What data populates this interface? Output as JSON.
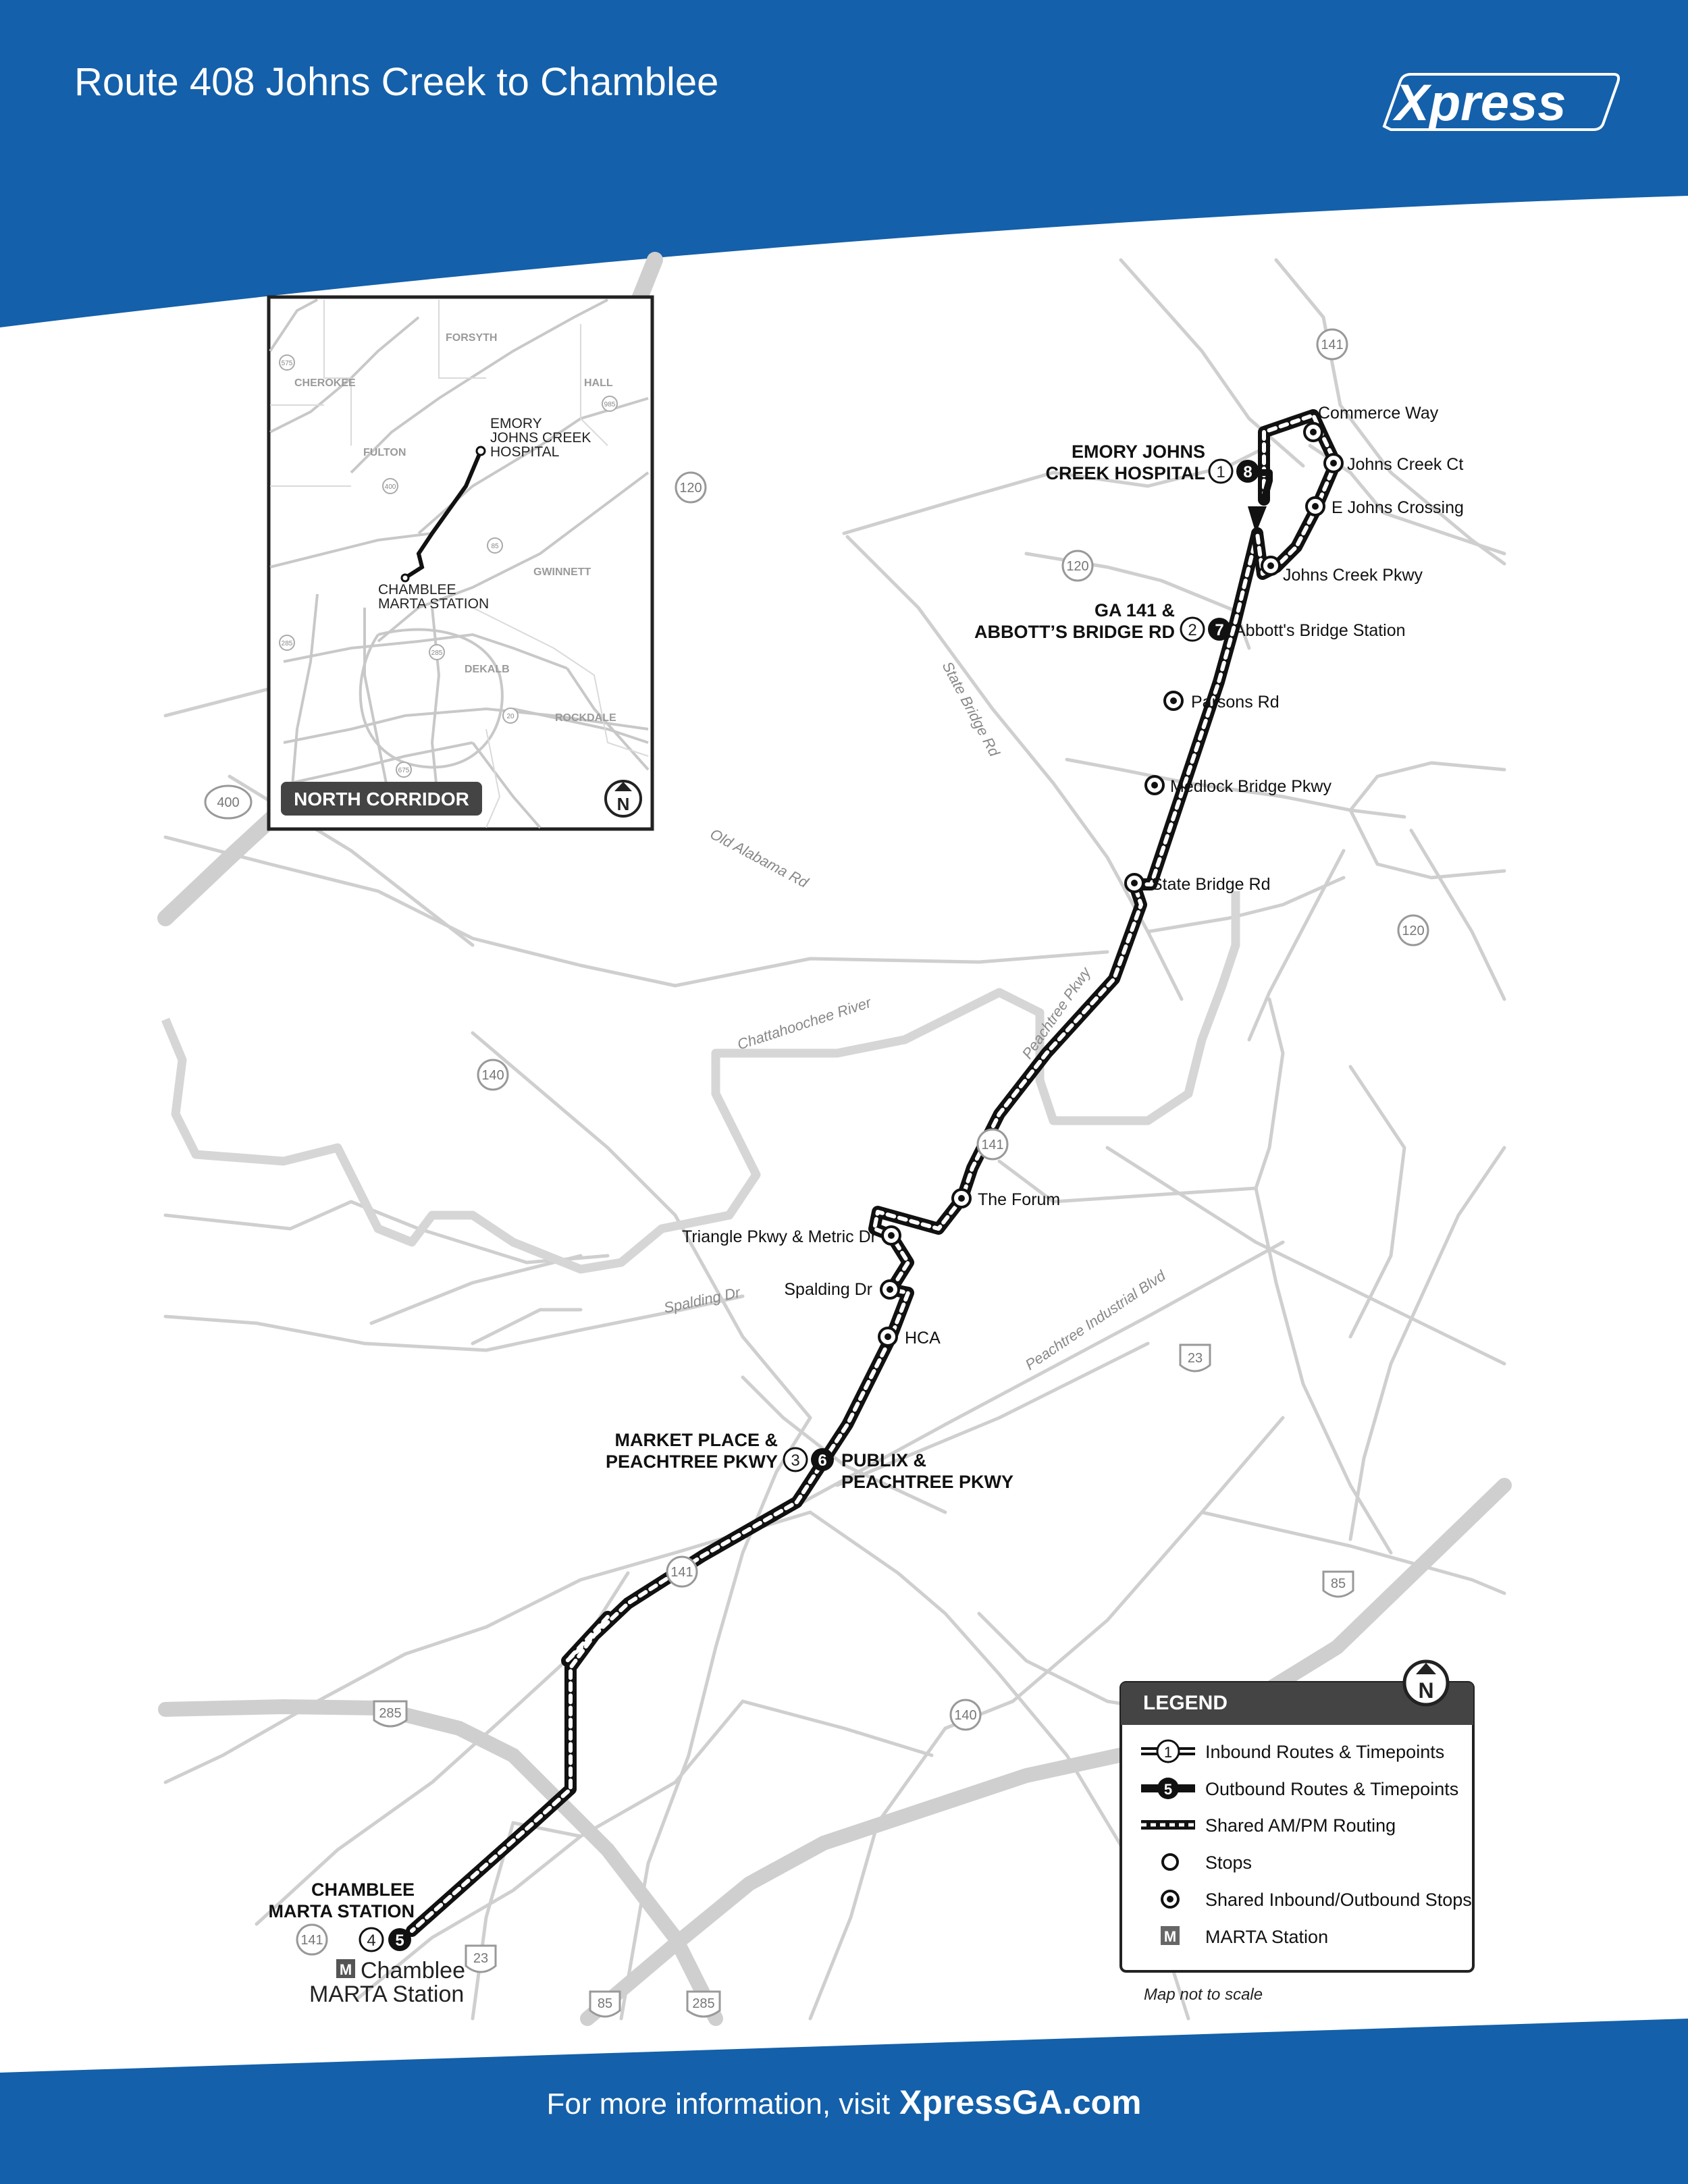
{
  "header": {
    "title": "Route 408 Johns Creek to Chamblee",
    "brand": "Xpress",
    "brand_color": "#1460aa"
  },
  "footer": {
    "text": "For more information, visit",
    "url": "XpressGA.com"
  },
  "timepoints": {
    "tp1": {
      "number": "1",
      "label_lines": [
        "EMORY JOHNS",
        "CREEK HOSPITAL"
      ]
    },
    "tp8": {
      "number": "8"
    },
    "tp2": {
      "number": "2",
      "label_lines": [
        "GA 141 &",
        "ABBOTT’S BRIDGE RD"
      ]
    },
    "tp7": {
      "number": "7"
    },
    "tp3": {
      "number": "3",
      "label_lines": [
        "MARKET PLACE &",
        "PEACHTREE PKWY"
      ]
    },
    "tp6": {
      "number": "6",
      "label_lines": [
        "PUBLIX &",
        "PEACHTREE PKWY"
      ]
    },
    "tp4": {
      "number": "4",
      "label_lines": [
        "CHAMBLEE",
        "MARTA STATION"
      ]
    },
    "tp5": {
      "number": "5"
    }
  },
  "stops": {
    "commerce_way": "Commerce Way",
    "johns_creek_ct": "Johns Creek Ct",
    "e_johns_crossing": "E Johns Crossing",
    "johns_creek_pkwy": "Johns Creek Pkwy",
    "abbotts_bridge_station": "Abbott's Bridge Station",
    "parsons_rd": "Parsons Rd",
    "medlock_bridge_pkwy": "Medlock Bridge Pkwy",
    "state_bridge_rd": "State Bridge Rd",
    "the_forum": "The Forum",
    "triangle_pkwy": "Triangle Pkwy & Metric Dr",
    "spalding_dr": "Spalding Dr",
    "hca": "HCA"
  },
  "marta": {
    "icon": "M",
    "name_line1": "Chamblee",
    "name_line2": "MARTA Station"
  },
  "road_labels": {
    "state_bridge": "State Bridge Rd",
    "old_alabama": "Old Alabama Rd",
    "chattahoochee": "Chattahoochee River",
    "peachtree_pkwy": "Peachtree Pkwy",
    "spalding": "Spalding Dr",
    "peachtree_ind": "Peachtree Industrial Blvd"
  },
  "shields": {
    "s141_top": "141",
    "s120_a": "120",
    "s120_b": "120",
    "s400": "400",
    "s120_c": "120",
    "s140_a": "140",
    "s141_mid": "141",
    "s23_a": "23",
    "s141_low": "141",
    "s85_a": "85",
    "s140_b": "140",
    "s285_a": "285",
    "s141_bot": "141",
    "s23_b": "23",
    "s85_b": "85",
    "s285_b": "285"
  },
  "inset": {
    "counties": {
      "forsyth": "FORSYTH",
      "cherokee": "CHEROKEE",
      "hall": "HALL",
      "fulton": "FULTON",
      "gwinnett": "GWINNETT",
      "dekalb": "DEKALB",
      "rockdale": "ROCKDALE"
    },
    "emory_lines": [
      "EMORY",
      "JOHNS CREEK",
      "HOSPITAL"
    ],
    "chamblee_lines": [
      "CHAMBLEE",
      "MARTA STATION"
    ],
    "badge": "NORTH CORRIDOR",
    "shields": {
      "i575": "575",
      "i985": "985",
      "i400": "400",
      "i85": "85",
      "i285": "285",
      "i285b": "285",
      "i20": "20",
      "i675": "675"
    }
  },
  "legend": {
    "title": "LEGEND",
    "inbound_number": "1",
    "outbound_number": "5",
    "inbound": "Inbound Routes & Timepoints",
    "outbound": "Outbound Routes & Timepoints",
    "shared": "Shared AM/PM Routing",
    "stops": "Stops",
    "shared_stops": "Shared Inbound/Outbound Stops",
    "marta_icon": "M",
    "marta": "MARTA Station",
    "note": "Map not to scale"
  },
  "north_icon": "N"
}
